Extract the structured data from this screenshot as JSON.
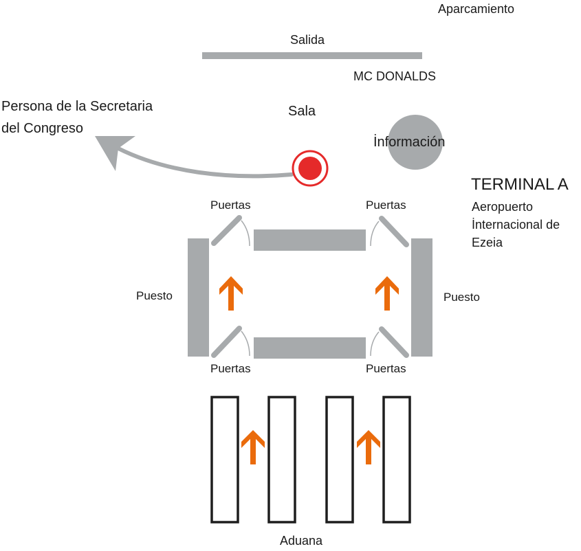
{
  "title": "TERMINAL A",
  "subtitle": [
    "Aeropuerto",
    "İnternacional de",
    "Ezeia"
  ],
  "labels": {
    "parking": "Aparcamiento",
    "exit": "Salida",
    "mcdonalds": "MC DONALDS",
    "hall": "Sala",
    "information": "İnformación",
    "secretary_person": [
      "Persona de la Secretaria",
      "del Congreso"
    ],
    "doors_top_left": "Puertas",
    "doors_top_right": "Puertas",
    "doors_bottom_left": "Puertas",
    "doors_bottom_right": "Puertas",
    "post_left": "Puesto",
    "post_right": "Puesto",
    "customs": "Aduana"
  },
  "colors": {
    "wall_gray": "#a7aaac",
    "arrow_orange": "#ea6b0c",
    "marker_red": "#e52a2a",
    "customs_outline": "#1e1e1e",
    "info_circle": "#a7aaac"
  },
  "icons": {
    "location_marker": "you-are-here-icon",
    "direction_arrows": "arrow-up-icon",
    "path_arrow": "curved-arrow-left-icon"
  }
}
